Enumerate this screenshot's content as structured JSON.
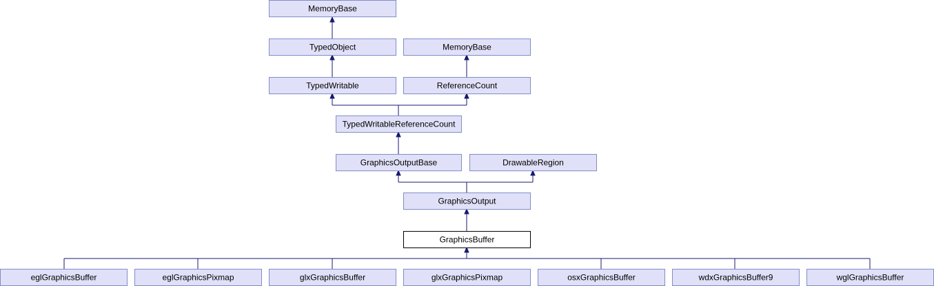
{
  "diagram": {
    "nodes": {
      "memory_base_1": "MemoryBase",
      "typed_object": "TypedObject",
      "memory_base_2": "MemoryBase",
      "typed_writable": "TypedWritable",
      "reference_count": "ReferenceCount",
      "typed_writable_reference_count": "TypedWritableReferenceCount",
      "graphics_output_base": "GraphicsOutputBase",
      "drawable_region": "DrawableRegion",
      "graphics_output": "GraphicsOutput",
      "graphics_buffer": "GraphicsBuffer",
      "egl_graphics_buffer": "eglGraphicsBuffer",
      "egl_graphics_pixmap": "eglGraphicsPixmap",
      "glx_graphics_buffer": "glxGraphicsBuffer",
      "glx_graphics_pixmap": "glxGraphicsPixmap",
      "osx_graphics_buffer": "osxGraphicsBuffer",
      "wdx_graphics_buffer9": "wdxGraphicsBuffer9",
      "wgl_graphics_buffer": "wglGraphicsBuffer"
    },
    "colors": {
      "node_fill": "#e0e0f8",
      "node_border": "#808cc8",
      "current_fill": "#ffffff",
      "current_border": "#000000",
      "edge": "#191970"
    }
  }
}
